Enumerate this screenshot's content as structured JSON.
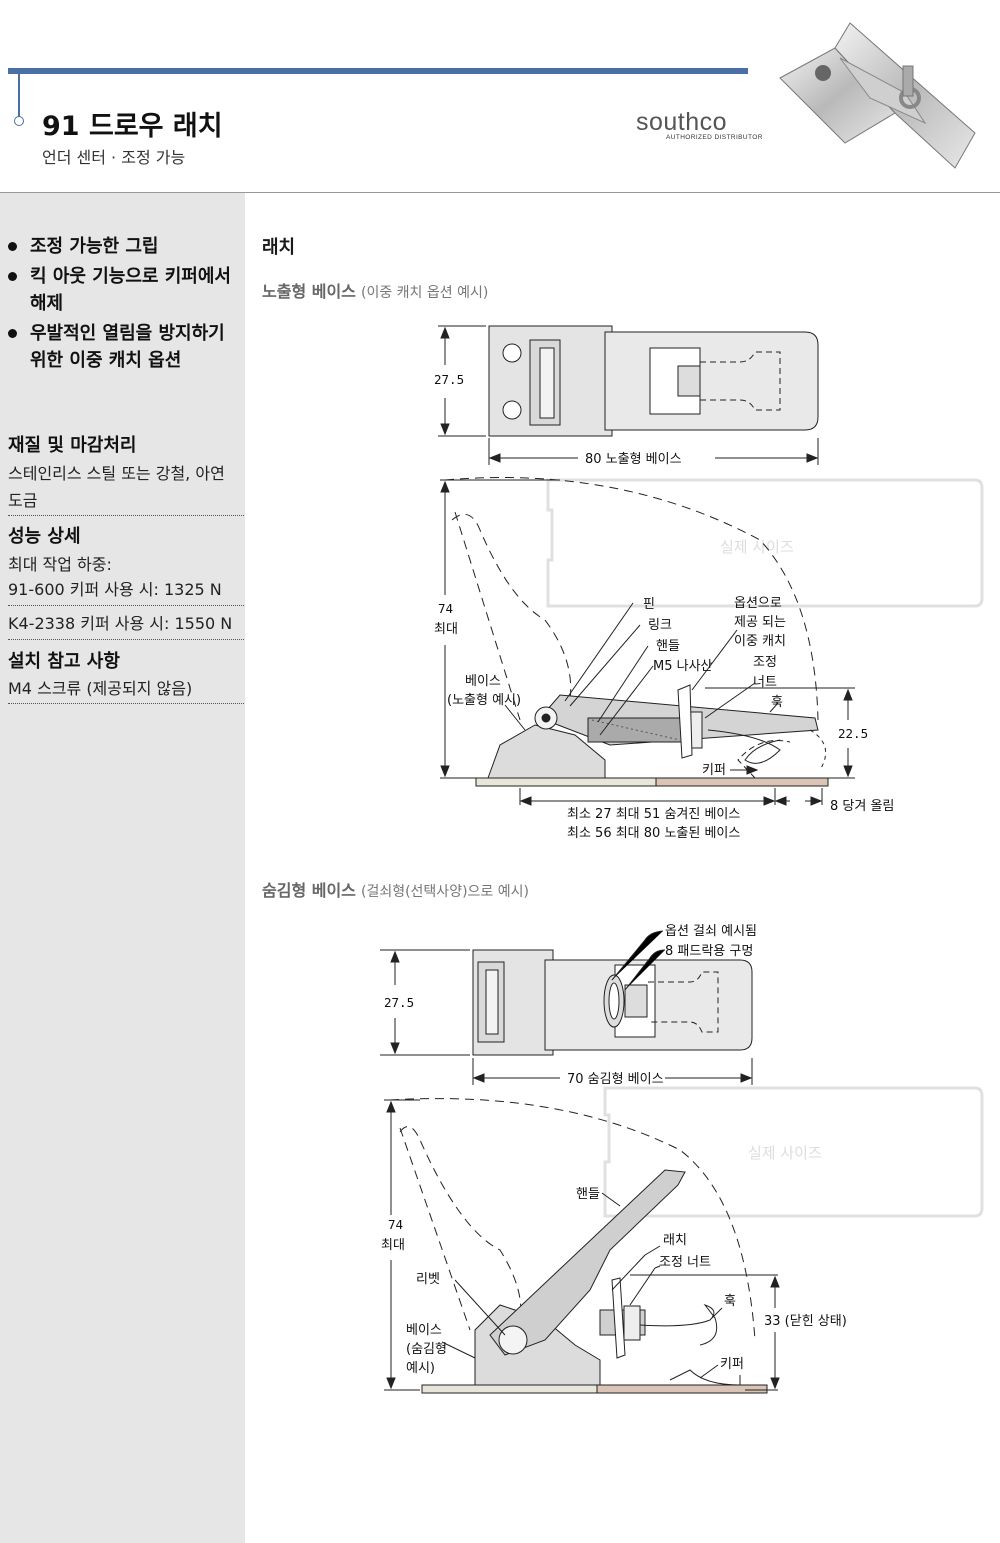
{
  "header": {
    "title": "91 드로우 래치",
    "subtitle": "언더 센터 · 조정 가능",
    "brand": "southco",
    "brand_tagline": "AUTHORIZED DISTRIBUTOR",
    "accent_color": "#4a6fa5"
  },
  "sidebar": {
    "features": [
      "조정 가능한 그립",
      "킥 아웃 기능으로 키퍼에서 해제",
      "우발적인 열림을 방지하기 위한 이중 캐치 옵션"
    ],
    "material_title": "재질 및 마감처리",
    "material_text": "스테인리스 스틸 또는 강철, 아연 도금",
    "performance_title": "성능 상세",
    "performance_label": "최대 작업 하중:",
    "performance_line1": "91-600 키퍼 사용 시: 1325 N",
    "performance_line2": "K4-2338 키퍼 사용 시: 1550 N",
    "install_title": "설치 참고 사항",
    "install_text": "M4 스크류 (제공되지 않음)"
  },
  "main": {
    "heading": "래치",
    "fig1": {
      "caption_bold": "노출형 베이스",
      "caption_note": "(이중 캐치 옵션 예시)",
      "dim_height": "27.5",
      "dim_width": "80 노출형 베이스",
      "dim_max_a": "74",
      "dim_max_b": "최대",
      "label_pin": "핀",
      "label_link": "링크",
      "label_handle": "핸들",
      "label_nut_m5": "M5 나사산",
      "label_option_1": "옵션으로",
      "label_option_2": "제공 되는",
      "label_option_3": "이중 캐치",
      "label_adj_1": "조정",
      "label_adj_2": "너트",
      "label_hook": "훅",
      "label_base_1": "베이스",
      "label_base_2": "(노출형 예시)",
      "label_keeper": "키퍼",
      "dim_22": "22.5",
      "dim_pull": "8 당겨 올림",
      "range_1": "최소 27 최대 51 숨겨진 베이스",
      "range_2": "최소 56 최대 80 노출된 베이스",
      "watermark": "실제 사이즈"
    },
    "fig2": {
      "caption_bold": "숨김형 베이스",
      "caption_note": "(걸쇠형(선택사양)으로 예시)",
      "label_padlock_1": "옵션 걸쇠 예시됨",
      "label_padlock_2": "8 패드락용 구멍",
      "dim_height": "27.5",
      "dim_width": "70 숨김형 베이스",
      "dim_max_a": "74",
      "dim_max_b": "최대",
      "label_handle": "핸들",
      "label_latch": "래치",
      "label_adj_nut": "조정 너트",
      "label_rivet": "리벳",
      "label_hook": "훅",
      "dim_33": "33 (닫힌 상태)",
      "label_base_1": "베이스",
      "label_base_2": "(숨김형",
      "label_base_3": "예시)",
      "label_keeper": "키퍼",
      "watermark": "실제 사이즈"
    }
  }
}
